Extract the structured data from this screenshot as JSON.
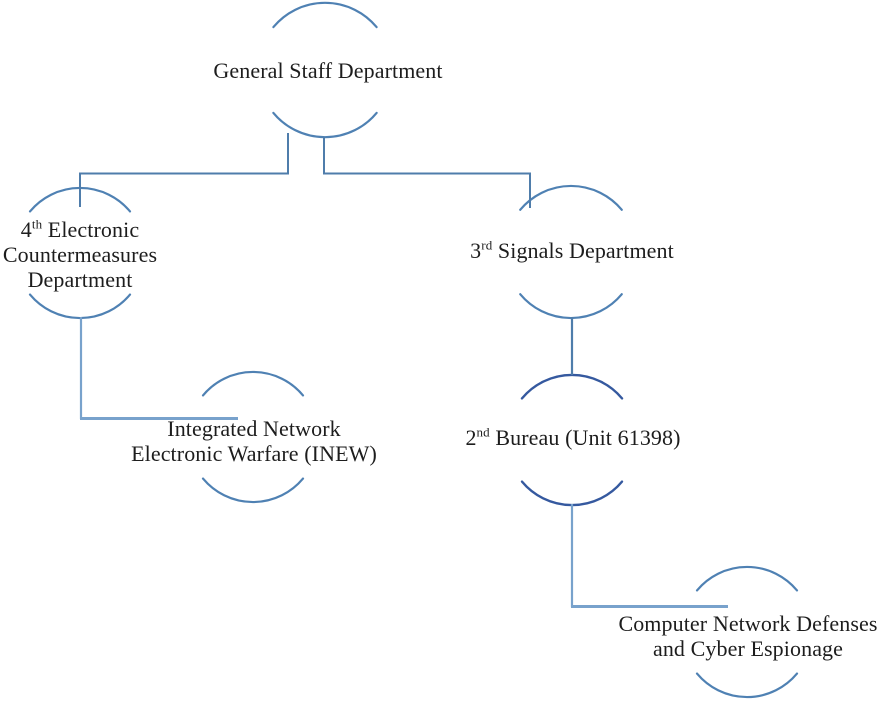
{
  "diagram": {
    "type": "organization-chart",
    "background": "#ffffff",
    "colors": {
      "node_circle": "#4f81b3",
      "node_circle_dark": "#35599f",
      "connector": "#4f7dab",
      "connector_light": "#78a2cc",
      "text": "#1d1d1d"
    },
    "nodes": {
      "general_staff": {
        "label": "General Staff Department"
      },
      "ecm": {
        "number": "4",
        "ordinal": "th",
        "line1_rest": " Electronic",
        "line2": "Countermeasures",
        "line3": "Department"
      },
      "signals": {
        "number": "3",
        "ordinal": "rd",
        "rest": " Signals Department"
      },
      "inew": {
        "line1": "Integrated Network",
        "line2": "Electronic Warfare (INEW)"
      },
      "bureau": {
        "number": "2",
        "ordinal": "nd",
        "rest": " Bureau (Unit 61398)"
      },
      "cnd": {
        "line1": "Computer Network Defenses",
        "line2": "and Cyber Espionage"
      }
    },
    "edges": [
      {
        "from": "General Staff Department",
        "to": "4th Electronic Countermeasures Department"
      },
      {
        "from": "General Staff Department",
        "to": "3rd Signals Department"
      },
      {
        "from": "4th Electronic Countermeasures Department",
        "to": "Integrated Network Electronic Warfare (INEW)"
      },
      {
        "from": "3rd Signals Department",
        "to": "2nd Bureau (Unit 61398)"
      },
      {
        "from": "2nd Bureau (Unit 61398)",
        "to": "Computer Network Defenses and Cyber Espionage"
      }
    ]
  }
}
